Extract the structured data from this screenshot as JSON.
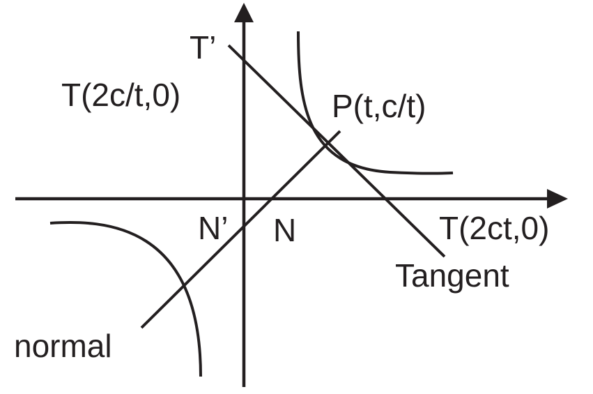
{
  "labels": {
    "t_prime": "T’",
    "t_point_left": "T(2c/t,0)",
    "p_point": "P(t,c/t)",
    "n_prime": "N’",
    "n": "N",
    "t_point_right": "T(2ct,0)",
    "tangent": "Tangent",
    "normal": "normal"
  },
  "colors": {
    "ink": "#231f20",
    "background": "#ffffff"
  }
}
